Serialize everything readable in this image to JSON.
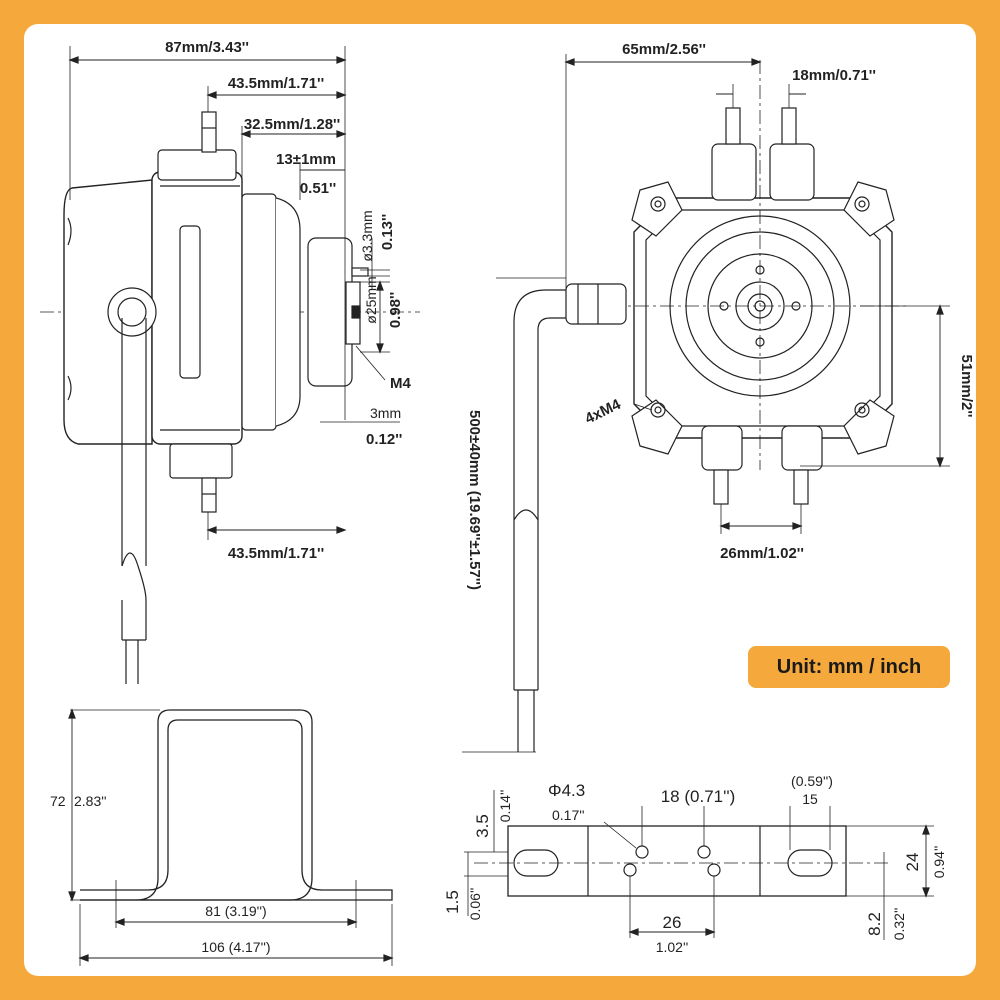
{
  "colors": {
    "frame": "#f5a93c",
    "background": "#ffffff",
    "line": "#222222",
    "badge": "#f5a93c"
  },
  "unit_label": "Unit: mm / inch",
  "side_view": {
    "total_width": "87mm/3.43''",
    "top_width": "43.5mm/1.71''",
    "mid_width": "32.5mm/1.28''",
    "shaft_length": "13±1mm",
    "shaft_length_in": "0.51''",
    "shaft_dia": "ø3.3mm",
    "shaft_dia_in": "0.13''",
    "hub_dia": "ø25mm",
    "hub_dia_in": "0.98''",
    "screw": "M4",
    "gap": "3mm",
    "gap_in": "0.12''",
    "bottom_width": "43.5mm/1.71''"
  },
  "front_view": {
    "width": "65mm/2.56''",
    "top_spacing": "18mm/0.71''",
    "holes": "4xM4",
    "height": "51mm/2''",
    "bottom_spacing": "26mm/1.02''",
    "cable_length": "500±40mm (19.69''±1.57'')"
  },
  "bracket_side": {
    "height_mm": "72",
    "height_in": "2.83''",
    "inner_width": "81 (3.19'')",
    "outer_width": "106 (4.17'')"
  },
  "bracket_plan": {
    "hole_dia": "Φ4.3",
    "hole_dia_in": "0.17''",
    "offset_top_mm": "3.5",
    "offset_top_in": "0.14''",
    "spacing_top": "18 (0.71'')",
    "slot_in": "(0.59'')",
    "slot_mm": "15",
    "height_mm": "24",
    "height_in": "0.94''",
    "offset_bottom_mm": "1.5",
    "offset_bottom_in": "0.06''",
    "spacing_bottom_mm": "26",
    "spacing_bottom_in": "1.02''",
    "edge_mm": "8.2",
    "edge_in": "0.32''"
  }
}
